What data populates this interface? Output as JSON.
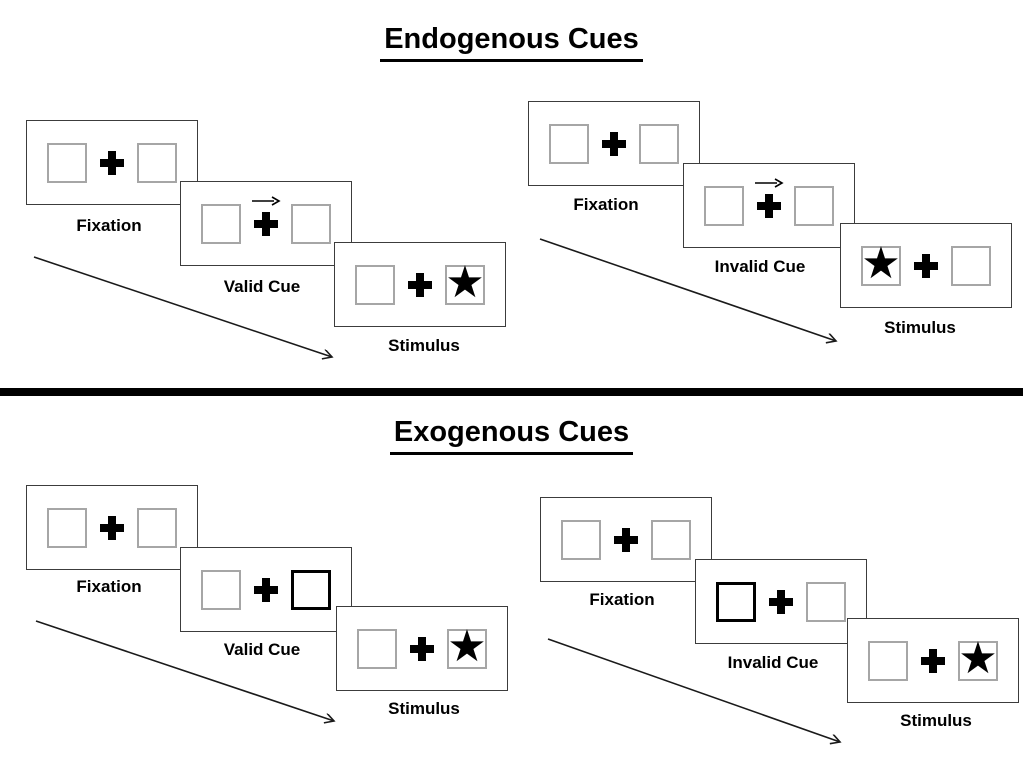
{
  "glyphs": {
    "star": "★"
  },
  "colors": {
    "panel_border": "#3c3c3c",
    "box_border": "#a6a6a6",
    "ink": "#000000",
    "background": "#ffffff"
  },
  "sections": [
    {
      "title": "Endogenous Cues",
      "sequences": [
        {
          "name": "valid",
          "steps": [
            {
              "label": "Fixation"
            },
            {
              "label": "Valid Cue"
            },
            {
              "label": "Stimulus"
            }
          ]
        },
        {
          "name": "invalid",
          "steps": [
            {
              "label": "Fixation"
            },
            {
              "label": "Invalid Cue"
            },
            {
              "label": "Stimulus"
            }
          ]
        }
      ]
    },
    {
      "title": "Exogenous Cues",
      "sequences": [
        {
          "name": "valid",
          "steps": [
            {
              "label": "Fixation"
            },
            {
              "label": "Valid Cue"
            },
            {
              "label": "Stimulus"
            }
          ]
        },
        {
          "name": "invalid",
          "steps": [
            {
              "label": "Fixation"
            },
            {
              "label": "Invalid Cue"
            },
            {
              "label": "Stimulus"
            }
          ]
        }
      ]
    }
  ]
}
